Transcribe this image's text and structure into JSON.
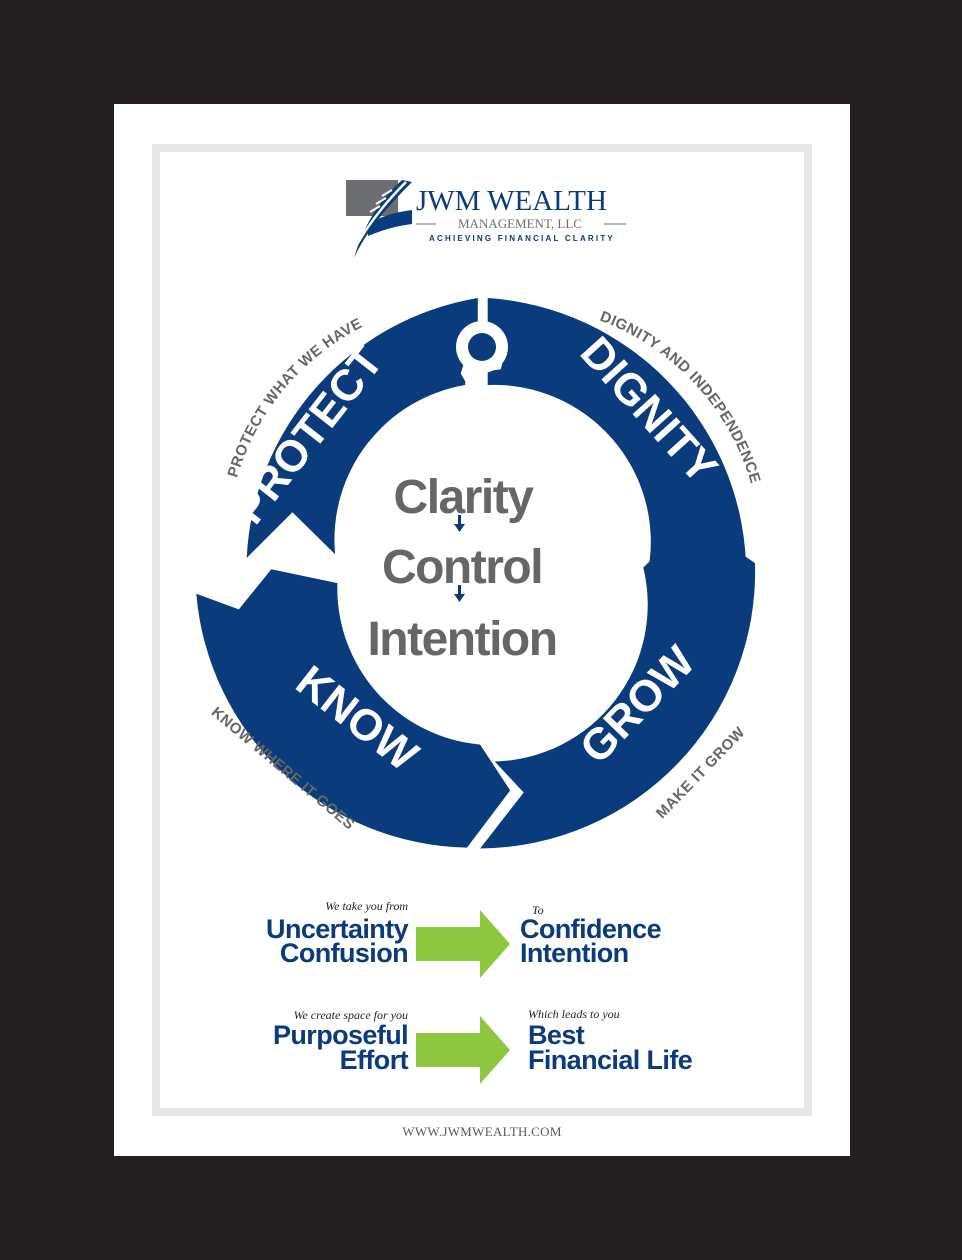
{
  "logo": {
    "name": "JWM WEALTH",
    "subtitle": "MANAGEMENT, LLC",
    "tagline": "ACHIEVING FINANCIAL CLARITY"
  },
  "cycle": {
    "segments": [
      {
        "label": "PROTECT",
        "caption": "PROTECT WHAT WE HAVE"
      },
      {
        "label": "DIGNITY",
        "caption": "DIGNITY AND INDEPENDENCE"
      },
      {
        "label": "GROW",
        "caption": "MAKE IT GROW"
      },
      {
        "label": "KNOW",
        "caption": "KNOW WHERE IT GOES"
      }
    ],
    "center": [
      "Clarity",
      "Control",
      "Intention"
    ]
  },
  "transitions": [
    {
      "from_intro": "We take you from",
      "from": [
        "Uncertainty",
        "Confusion"
      ],
      "to_intro": "To",
      "to": [
        "Confidence",
        "Intention"
      ]
    },
    {
      "from_intro": "We create space for you",
      "from": [
        "Purposeful",
        "Effort"
      ],
      "to_intro": "Which leads to you",
      "to": [
        "Best",
        "Financial Life"
      ]
    }
  ],
  "footer": {
    "url": "WWW.JWMWEALTH.COM"
  },
  "colors": {
    "navy": "#0a3b7c",
    "gray": "#666666",
    "green": "#8dc63f",
    "border": "#e6e7e8",
    "background": "#231f20"
  }
}
